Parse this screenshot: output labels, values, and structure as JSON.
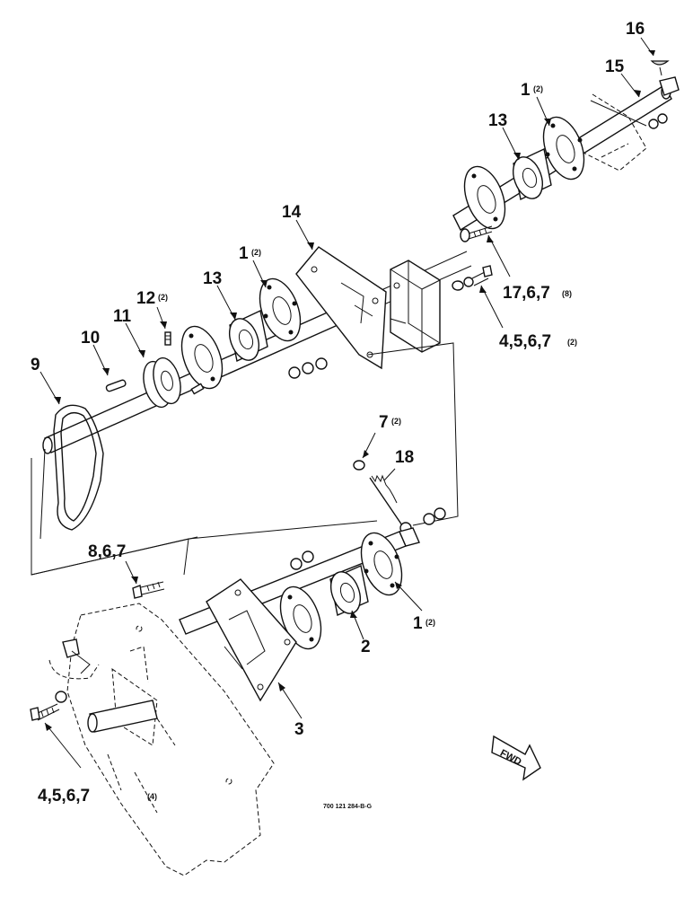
{
  "diagram": {
    "callouts": [
      {
        "id": "c16",
        "text": "16",
        "qty": ""
      },
      {
        "id": "c15",
        "text": "15",
        "qty": ""
      },
      {
        "id": "c1a",
        "text": "1",
        "qty": "(2)"
      },
      {
        "id": "c13a",
        "text": "13",
        "qty": ""
      },
      {
        "id": "c14",
        "text": "14",
        "qty": ""
      },
      {
        "id": "c1b",
        "text": "1",
        "qty": "(2)"
      },
      {
        "id": "c13b",
        "text": "13",
        "qty": ""
      },
      {
        "id": "c12",
        "text": "12",
        "qty": "(2)"
      },
      {
        "id": "c11",
        "text": "11",
        "qty": ""
      },
      {
        "id": "c10",
        "text": "10",
        "qty": ""
      },
      {
        "id": "c9",
        "text": "9",
        "qty": ""
      },
      {
        "id": "c17",
        "text": "17,6,7",
        "qty": "(8)"
      },
      {
        "id": "c4a",
        "text": "4,5,6,7",
        "qty": "(2)"
      },
      {
        "id": "c7",
        "text": "7",
        "qty": "(2)"
      },
      {
        "id": "c18",
        "text": "18",
        "qty": ""
      },
      {
        "id": "c8",
        "text": "8,6,7",
        "qty": ""
      },
      {
        "id": "c1c",
        "text": "1",
        "qty": "(2)"
      },
      {
        "id": "c2",
        "text": "2",
        "qty": ""
      },
      {
        "id": "c3",
        "text": "3",
        "qty": ""
      },
      {
        "id": "c4b",
        "text": "4,5,6,7",
        "qty": "(4)"
      }
    ],
    "fwd_label": "FWD",
    "reference": "700 121 284-B-G"
  }
}
